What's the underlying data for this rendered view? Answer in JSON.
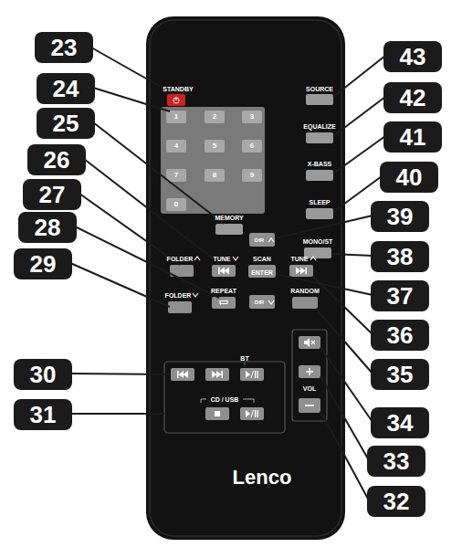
{
  "diagram": {
    "nodes": [
      {
        "text": [
          "23"
        ]
      },
      {
        "text": [
          "24"
        ]
      },
      {
        "text": [
          "25"
        ]
      },
      {
        "text": [
          "26"
        ]
      },
      {
        "text": [
          "27"
        ]
      },
      {
        "text": [
          "28"
        ]
      },
      {
        "text": [
          "29"
        ]
      },
      {
        "text": [
          "30"
        ]
      },
      {
        "text": [
          "31"
        ]
      },
      {
        "text": [
          "43"
        ]
      },
      {
        "text": [
          "42"
        ]
      },
      {
        "text": [
          "41"
        ]
      },
      {
        "text": [
          "40"
        ]
      },
      {
        "text": [
          "39"
        ]
      },
      {
        "text": [
          "38"
        ]
      },
      {
        "text": [
          "37"
        ]
      },
      {
        "text": [
          "36"
        ]
      },
      {
        "text": [
          "35"
        ]
      },
      {
        "text": [
          "34"
        ]
      },
      {
        "text": [
          "33"
        ]
      },
      {
        "text": [
          "32"
        ]
      }
    ],
    "labels": [
      "STANDBY",
      "1",
      "2",
      "3",
      "4",
      "5",
      "6",
      "7",
      "8",
      "9",
      "0",
      "MEMORY",
      "FOLDER",
      "TUNE",
      "SCAN",
      "ENTER",
      "TUNE",
      "FOLDER",
      "REPEAT",
      "BT",
      "CD / USB",
      "SOURCE",
      "EQUALIZE",
      "X-BASS",
      "SLEEP",
      "DIR",
      "MONO/ST",
      "DIR",
      "RANDOM",
      "VOL",
      "Lenco"
    ]
  }
}
